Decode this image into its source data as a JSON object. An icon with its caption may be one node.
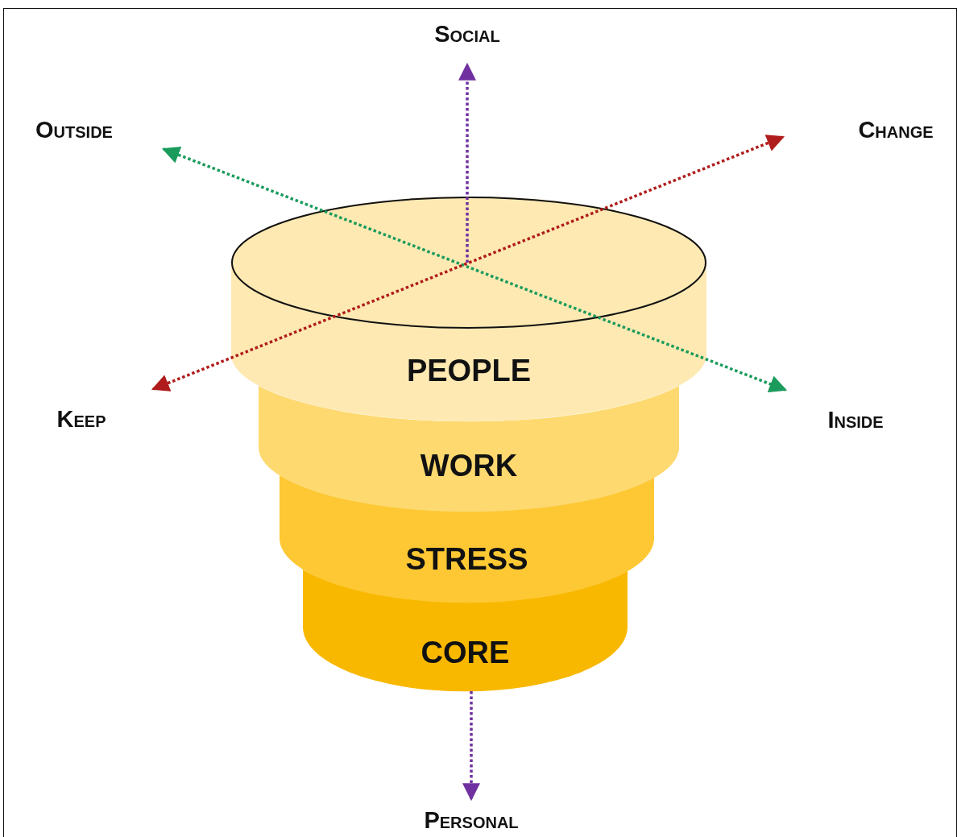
{
  "diagram": {
    "nodes": [
      {
        "text": [
          "PEOPLE"
        ]
      },
      {
        "text": [
          "WORK"
        ]
      },
      {
        "text": [
          "STRESS"
        ]
      },
      {
        "text": [
          "CORE"
        ]
      }
    ],
    "labels": [
      "Social",
      "Outside",
      "Change",
      "Keep",
      "Inside",
      "Personal"
    ]
  }
}
